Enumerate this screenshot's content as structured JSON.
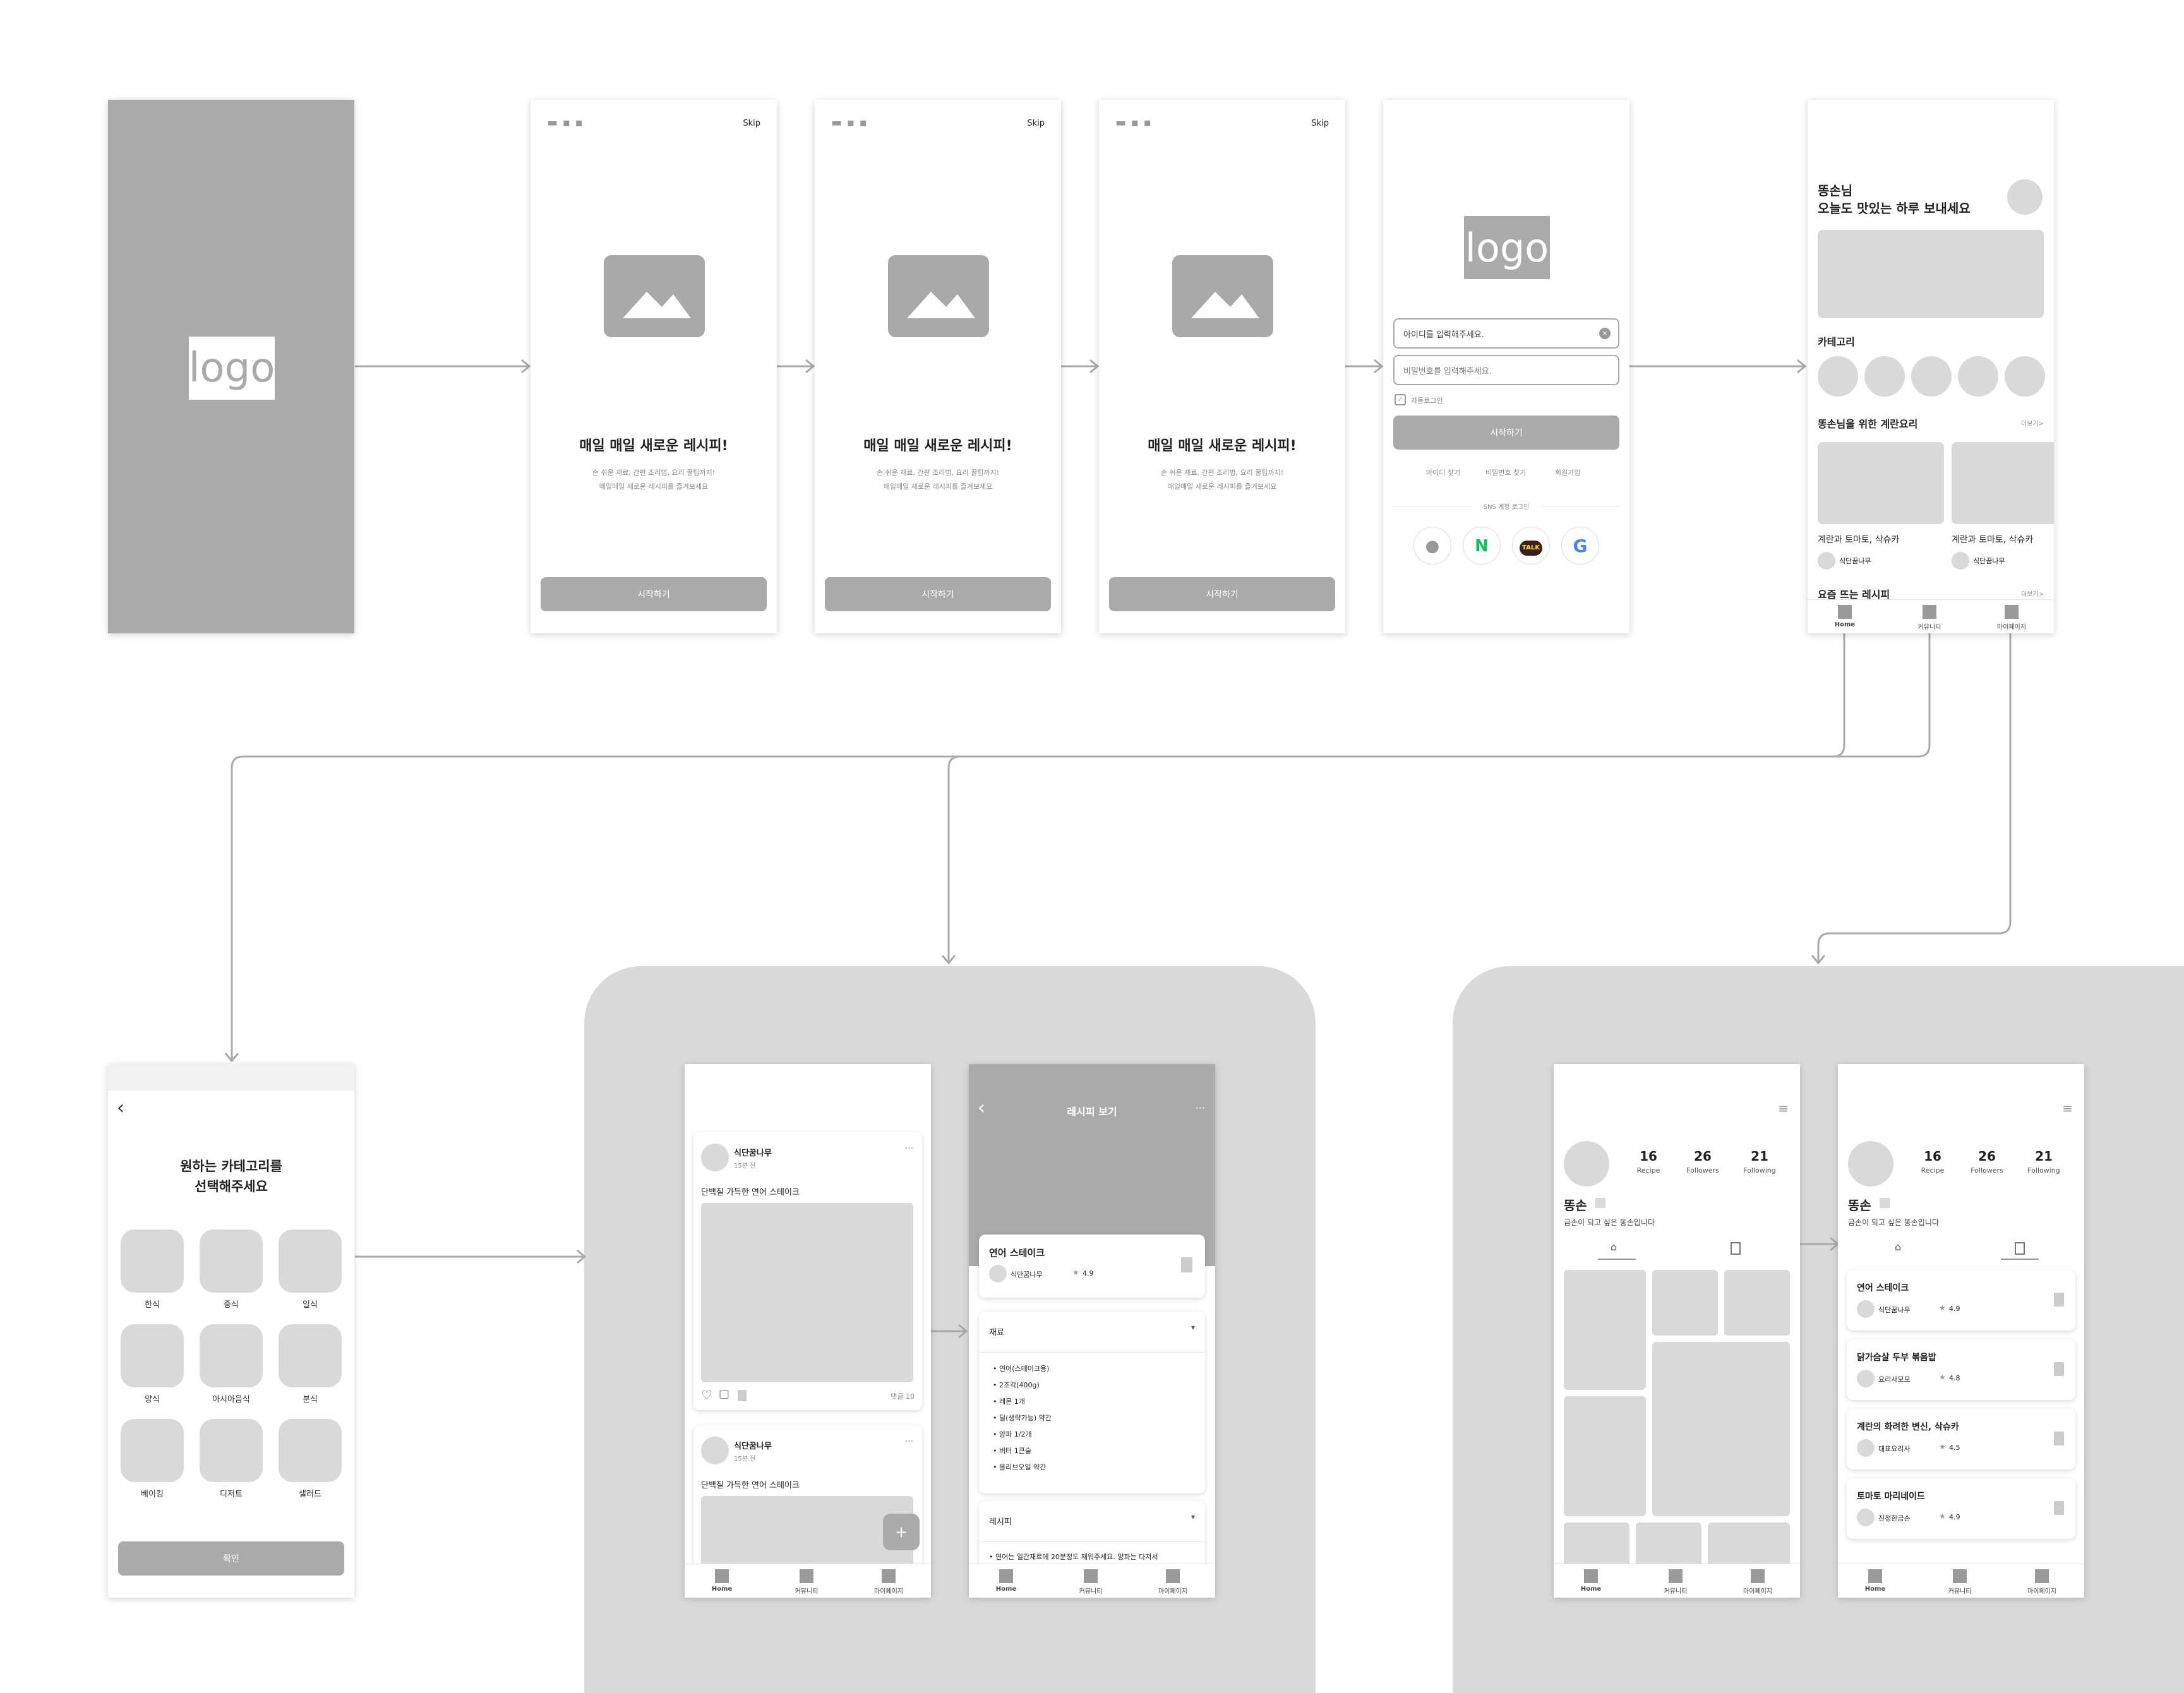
{
  "splash": {
    "logo": "logo"
  },
  "onboarding": {
    "skip": "Skip",
    "title": "매일 매일 새로운 레시피!",
    "desc1": "손 쉬운 재료, 간편 조리법, 요리 꿀팁까지!",
    "desc2": "매일매일 새로운 레시피를 즐겨보세요",
    "start": "시작하기"
  },
  "login": {
    "logo": "logo",
    "id_value": "아이디를 입력해주세요.",
    "pw_placeholder": "비밀번호를 입력해주세요.",
    "auto_login": "자동로그인",
    "login_btn": "시작하기",
    "find_id": "아이디 찾기",
    "find_pw": "비밀번호 찾기",
    "signup": "회원가입",
    "sns": "SNS 계정 로그인",
    "naver": "N",
    "kakao": "TALK",
    "google": "G"
  },
  "home": {
    "greeting1": "똥손님",
    "greeting2": "오늘도 맛있는 하루 보내세요",
    "category": "카테고리",
    "for_you": "똥손님을 위한 계란요리",
    "more": "더보기>",
    "item1": "계란과 토마토, 삭슈카",
    "item2": "계란과 토마토, 삭슈카",
    "author": "식단꿈나무",
    "trending": "요즘 뜨는 레시피"
  },
  "nav": {
    "home": "Home",
    "community": "커뮤니티",
    "mypage": "마이페이지"
  },
  "category_select": {
    "title1": "원하는 카테고리를",
    "title2": "선택해주세요",
    "items": [
      "한식",
      "중식",
      "일식",
      "양식",
      "아시아음식",
      "분식",
      "베이킹",
      "디저트",
      "샐러드"
    ],
    "confirm": "확인"
  },
  "community": {
    "author": "식단꿈나무",
    "time": "15분 전",
    "post_title": "단백질 가득한 연어 스테이크",
    "comments": "댓글 10",
    "fab": "+"
  },
  "recipe": {
    "header": "레시피 보기",
    "name": "연어 스테이크",
    "author": "식단꿈나무",
    "rating": "4.9",
    "ingredients_label": "재료",
    "ingredients": [
      "연어(스테이크용)",
      "2조각(400g)",
      "레몬 1개",
      "딜(생략가능) 약간",
      "양파 1/2개",
      "버터 1큰술",
      "올리브오일 약간"
    ],
    "recipe_label": "레시피",
    "step1": "• 연어는 일간재료에 20분정도 재워주세요. 양파는 다져서"
  },
  "profile": {
    "recipe_count": "16",
    "recipe_label": "Recipe",
    "followers_count": "26",
    "followers_label": "Followers",
    "following_count": "21",
    "following_label": "Following",
    "name": "똥손",
    "bio": "금손이 되고 싶은 똥손입니다"
  },
  "saved": [
    {
      "title": "연어 스테이크",
      "author": "식단꿈나무",
      "rating": "4.9"
    },
    {
      "title": "닭가슴살 두부 볶음밥",
      "author": "요리사모모",
      "rating": "4.8"
    },
    {
      "title": "계란의 화려한 변신, 삭슈카",
      "author": "대표요리사",
      "rating": "4.5"
    },
    {
      "title": "토마토 마리네이드",
      "author": "진정한금손",
      "rating": "4.9"
    }
  ],
  "colors": {
    "gray": "#d9d9d9",
    "dark": "#a9a9a9",
    "line": "#aaaaaa"
  }
}
